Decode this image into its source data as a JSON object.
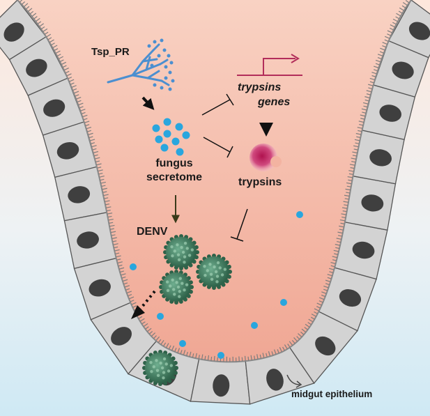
{
  "labels": {
    "tsp_pr": "Tsp_PR",
    "trypsins_genes_line1": "trypsins",
    "trypsins_genes_line2": "genes",
    "fungus_secretome_line1": "fungus",
    "fungus_secretome_line2": "secretome",
    "trypsins": "trypsins",
    "denv": "DENV",
    "midgut_epithelium": "midgut epithelium"
  },
  "colors": {
    "lumen": "#f3b3a1",
    "background_top": "#fde7dc",
    "background_bottom": "#cfe9f4",
    "epithelial_cell": "#d3d3d3",
    "nucleus": "#3f3f3f",
    "microvilli": "#7d7d7d",
    "secretome_dot": "#29a6de",
    "trypsin": "#c2185b",
    "gene_arrow": "#b22d5a",
    "virus": "#3c7a5c"
  }
}
